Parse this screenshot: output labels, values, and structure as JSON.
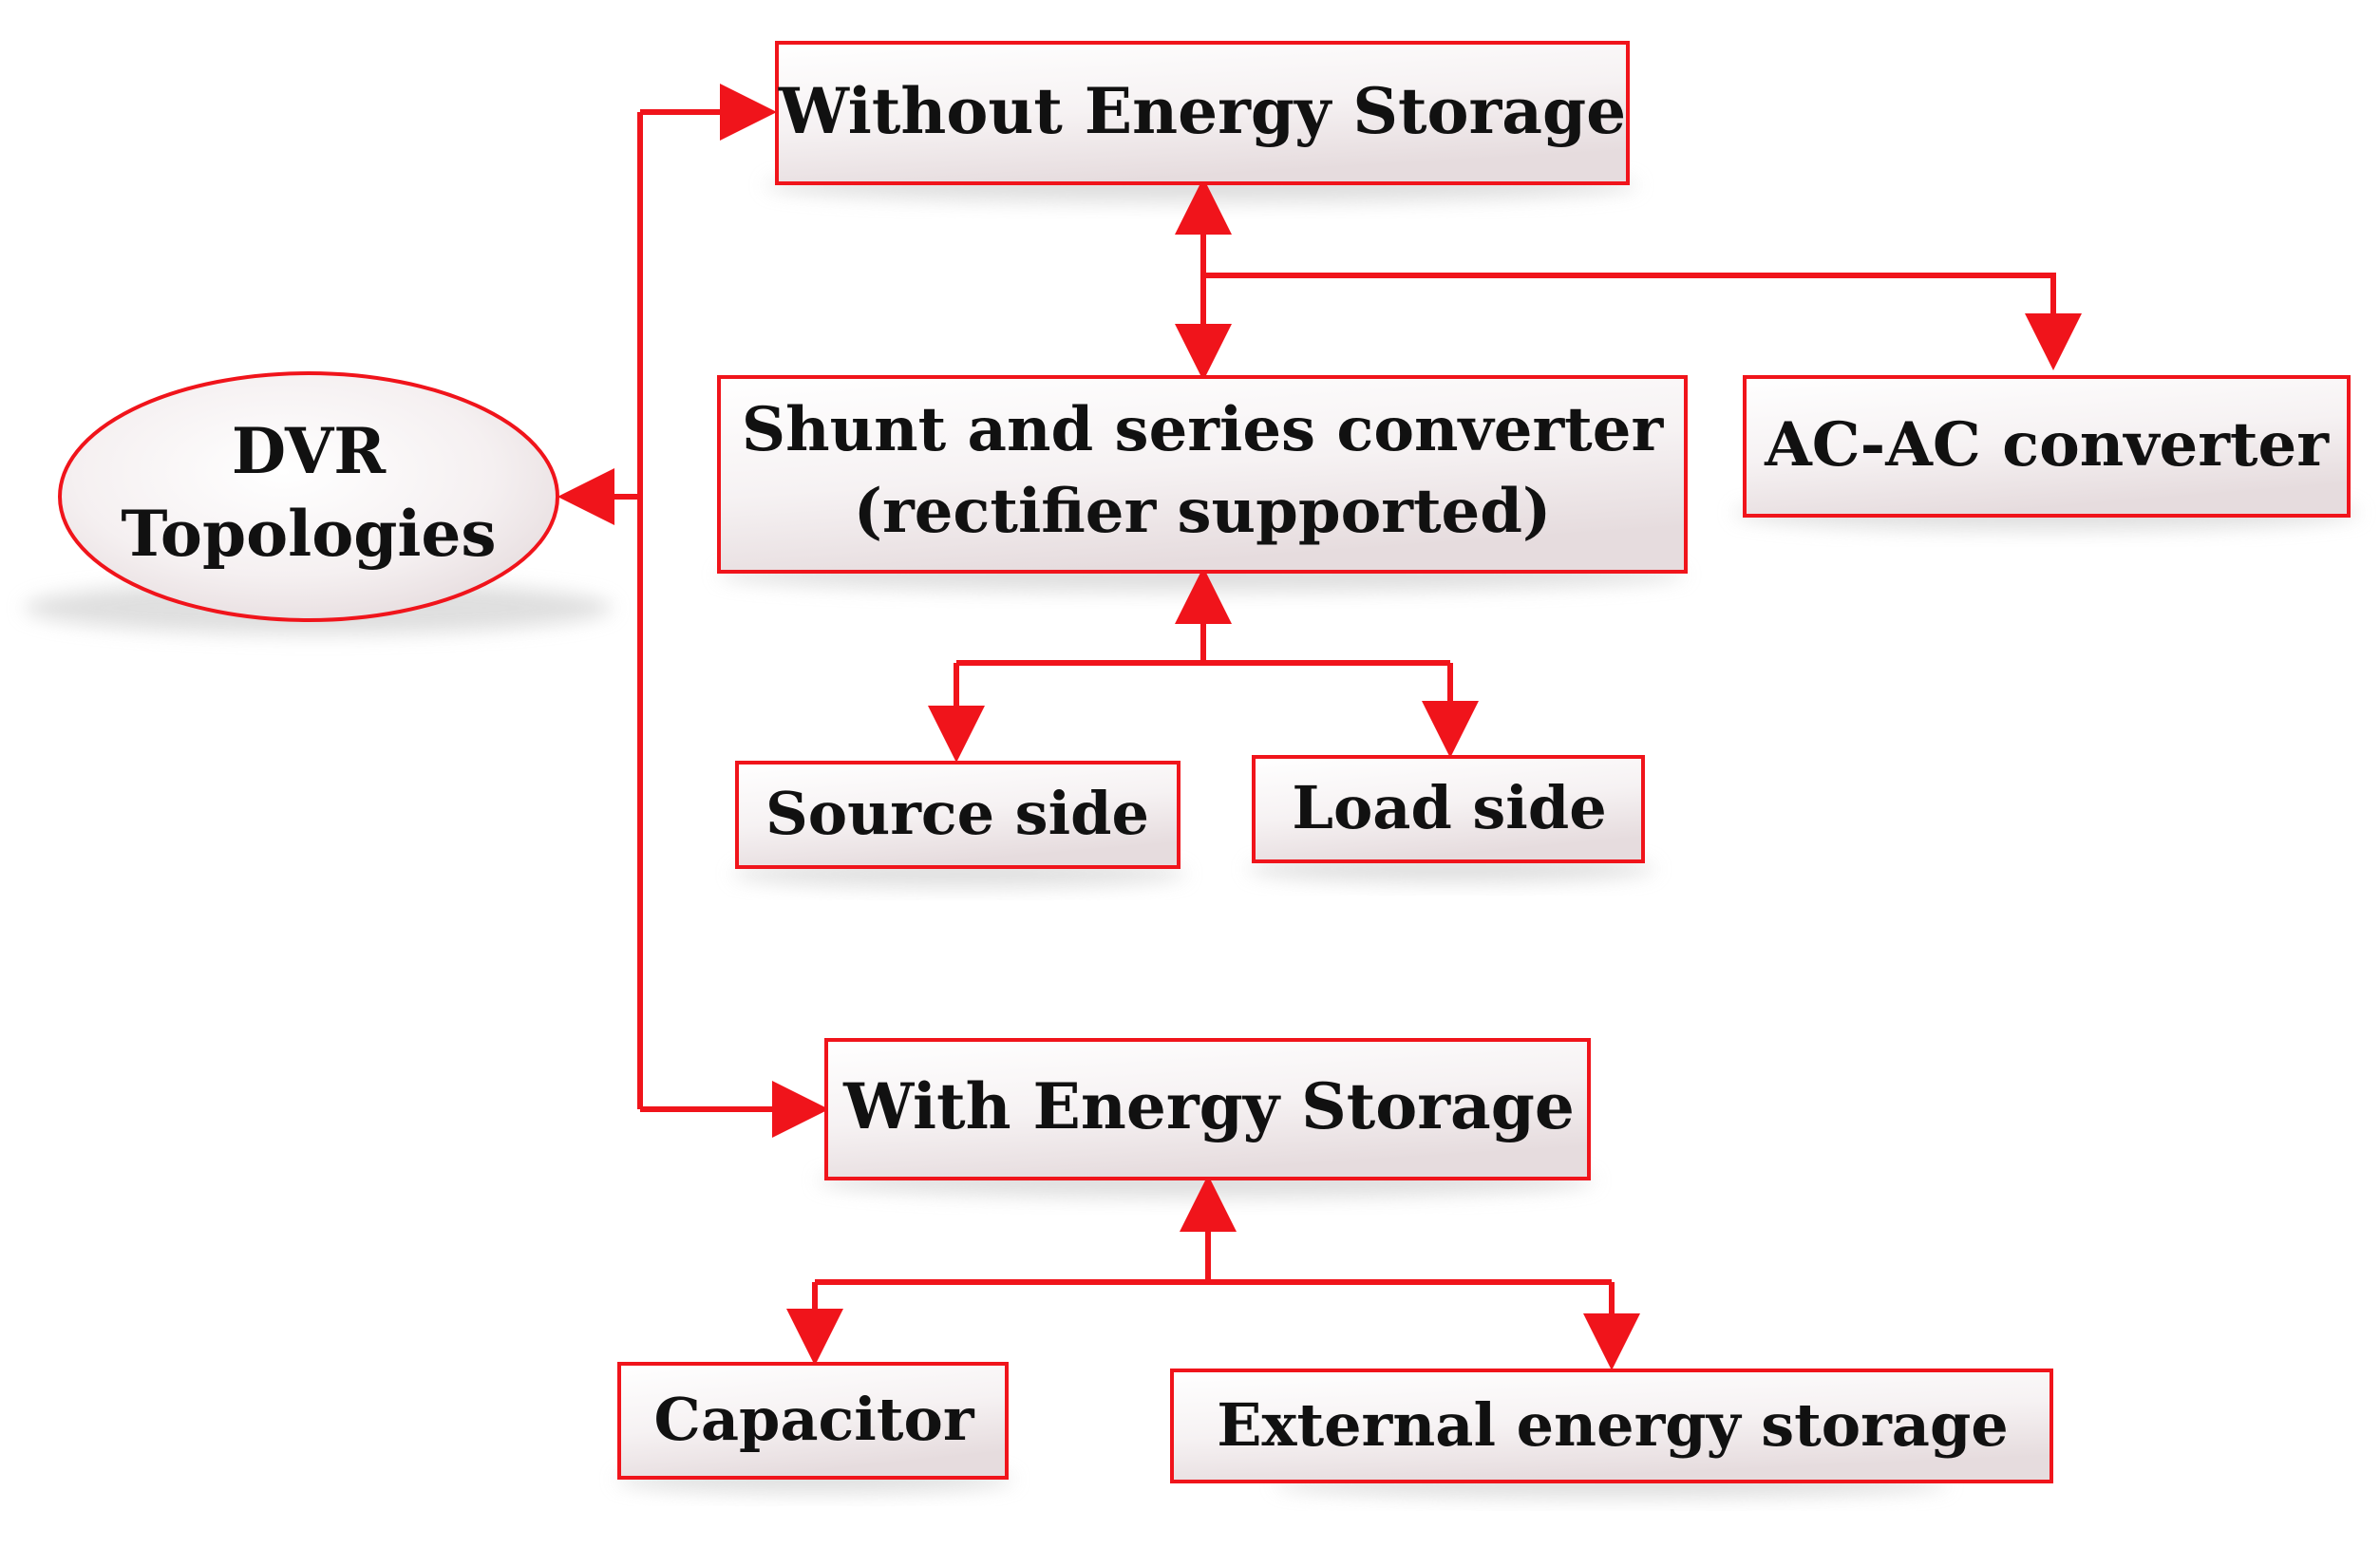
{
  "colors": {
    "connector": "#f0141b",
    "box_border": "#f0141b",
    "box_fill_light": "#ffffff",
    "box_fill_dark": "#e6dcde",
    "text": "#111111",
    "shadow": "#d9d9d9"
  },
  "nodes": {
    "dvr_topologies": {
      "line1": "DVR",
      "line2": "Topologies"
    },
    "without_energy_storage": {
      "label": "Without Energy Storage"
    },
    "shunt_series_converter": {
      "line1": "Shunt and series converter",
      "line2": "(rectifier supported)"
    },
    "ac_ac_converter": {
      "label": "AC-AC converter"
    },
    "source_side": {
      "label": "Source side"
    },
    "load_side": {
      "label": "Load side"
    },
    "with_energy_storage": {
      "label": "With Energy Storage"
    },
    "capacitor": {
      "label": "Capacitor"
    },
    "external_energy_storage": {
      "label": "External energy storage"
    }
  }
}
